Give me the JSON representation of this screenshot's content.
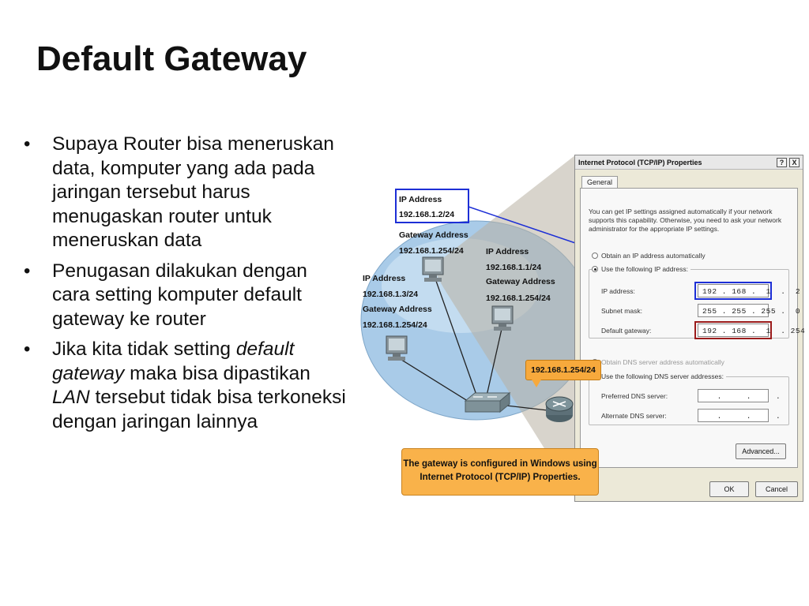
{
  "slide": {
    "title": "Default Gateway",
    "bullets": [
      {
        "parts": [
          {
            "t": "Supaya Router bisa meneruskan data, komputer yang ada pada jaringan tersebut harus menugaskan router untuk meneruskan data",
            "i": false
          }
        ]
      },
      {
        "parts": [
          {
            "t": "Penugasan dilakukan dengan cara setting komputer default gateway ke router",
            "i": false
          }
        ]
      },
      {
        "parts": [
          {
            "t": "Jika kita tidak setting ",
            "i": false
          },
          {
            "t": "default gateway",
            "i": true
          },
          {
            "t": " maka bisa dipastikan ",
            "i": false
          },
          {
            "t": "LAN",
            "i": true
          },
          {
            "t": "  tersebut tidak bisa terkoneksi dengan jaringan lainnya",
            "i": false
          }
        ]
      }
    ]
  },
  "diagram": {
    "hosts": [
      {
        "ip_label": "IP Address",
        "ip": "192.168.1.2/24",
        "gw_label": "Gateway Address",
        "gw": "192.168.1.254/24"
      },
      {
        "ip_label": "IP Address",
        "ip": "192.168.1.1/24",
        "gw_label": "Gateway Address",
        "gw": "192.168.1.254/24"
      },
      {
        "ip_label": "IP Address",
        "ip": "192.168.1.3/24",
        "gw_label": "Gateway Address",
        "gw": "192.168.1.254/24"
      }
    ],
    "router_callout": "192.168.1.254/24",
    "caption": "The gateway is configured in Windows using Internet Protocol (TCP/IP) Properties.",
    "colors": {
      "lan": "#a9cbe8",
      "highlight_blue": "#1d2fd6",
      "highlight_red": "#9b1c1c",
      "callout": "#f7a93c"
    }
  },
  "dialog": {
    "title": "Internet Protocol (TCP/IP) Properties",
    "help_btn": "?",
    "close_btn": "X",
    "tab": "General",
    "info": "You can get IP settings assigned automatically if your network supports this capability. Otherwise, you need to ask your network administrator for the appropriate IP settings.",
    "radio_auto_ip": "Obtain an IP address automatically",
    "radio_manual_ip": "Use the following IP address:",
    "ip_label": "IP address:",
    "ip_value": "192 . 168 .  1  .  2",
    "mask_label": "Subnet mask:",
    "mask_value": "255 . 255 . 255 .  0",
    "gw_label": "Default gateway:",
    "gw_value": "192 . 168 .  1  . 254",
    "radio_auto_dns": "Obtain DNS server address automatically",
    "radio_manual_dns": "Use the following DNS server addresses:",
    "pref_dns_label": "Preferred DNS server:",
    "pref_dns_value": "   .     .     .",
    "alt_dns_label": "Alternate DNS server:",
    "alt_dns_value": "   .     .     .",
    "advanced_btn": "Advanced...",
    "ok_btn": "OK",
    "cancel_btn": "Cancel"
  }
}
